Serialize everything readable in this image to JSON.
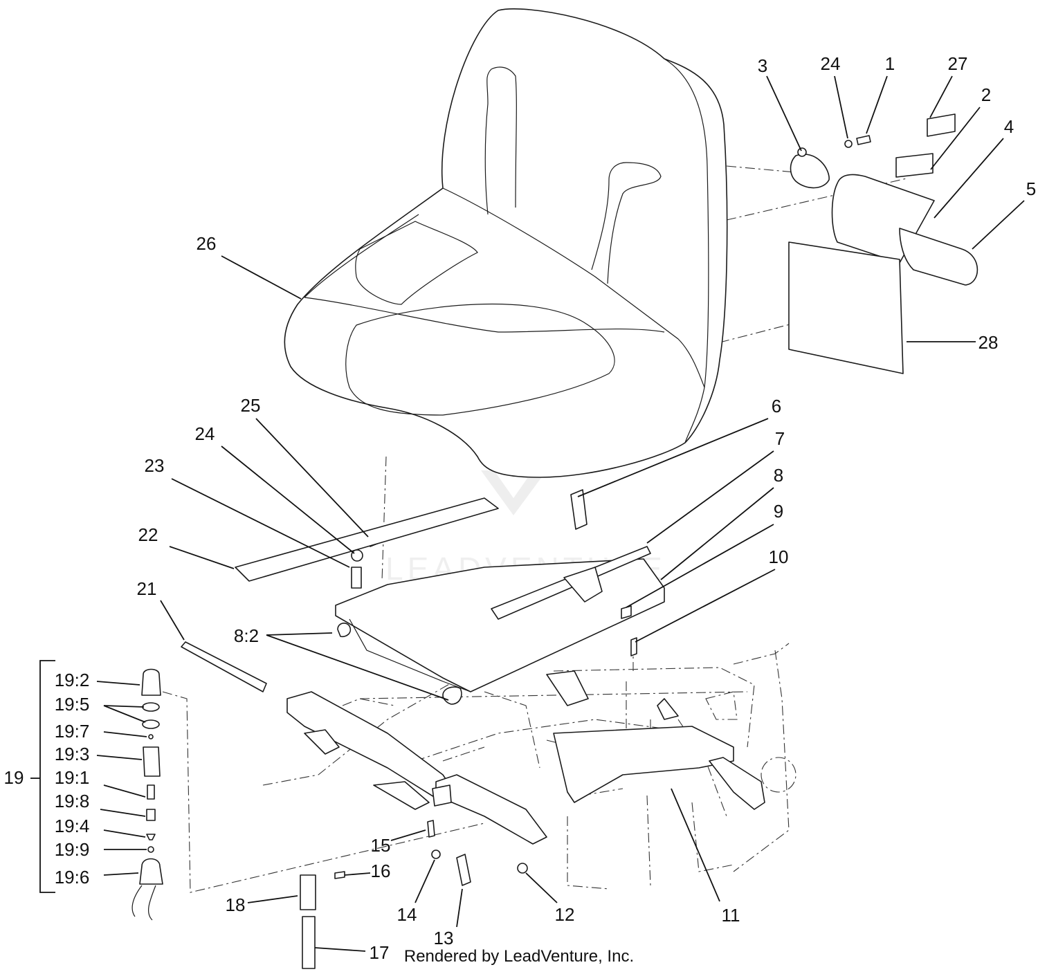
{
  "diagram": {
    "callouts": [
      {
        "id": "c1",
        "label": "1"
      },
      {
        "id": "c2",
        "label": "2"
      },
      {
        "id": "c3",
        "label": "3"
      },
      {
        "id": "c4",
        "label": "4"
      },
      {
        "id": "c5",
        "label": "5"
      },
      {
        "id": "c6",
        "label": "6"
      },
      {
        "id": "c7",
        "label": "7"
      },
      {
        "id": "c8",
        "label": "8"
      },
      {
        "id": "c9",
        "label": "9"
      },
      {
        "id": "c10",
        "label": "10"
      },
      {
        "id": "c11",
        "label": "11"
      },
      {
        "id": "c12",
        "label": "12"
      },
      {
        "id": "c13",
        "label": "13"
      },
      {
        "id": "c14",
        "label": "14"
      },
      {
        "id": "c15",
        "label": "15"
      },
      {
        "id": "c16",
        "label": "16"
      },
      {
        "id": "c17",
        "label": "17"
      },
      {
        "id": "c18",
        "label": "18"
      },
      {
        "id": "c19",
        "label": "19"
      },
      {
        "id": "c21",
        "label": "21"
      },
      {
        "id": "c22",
        "label": "22"
      },
      {
        "id": "c23",
        "label": "23"
      },
      {
        "id": "c24a",
        "label": "24"
      },
      {
        "id": "c24b",
        "label": "24"
      },
      {
        "id": "c25",
        "label": "25"
      },
      {
        "id": "c26",
        "label": "26"
      },
      {
        "id": "c27",
        "label": "27"
      },
      {
        "id": "c28",
        "label": "28"
      },
      {
        "id": "c8_2",
        "label": "8:2"
      },
      {
        "id": "c19_2",
        "label": "19:2"
      },
      {
        "id": "c19_5",
        "label": "19:5"
      },
      {
        "id": "c19_7",
        "label": "19:7"
      },
      {
        "id": "c19_3",
        "label": "19:3"
      },
      {
        "id": "c19_1",
        "label": "19:1"
      },
      {
        "id": "c19_8",
        "label": "19:8"
      },
      {
        "id": "c19_4",
        "label": "19:4"
      },
      {
        "id": "c19_9",
        "label": "19:9"
      },
      {
        "id": "c19_6",
        "label": "19:6"
      }
    ],
    "footer": "Rendered by LeadVenture, Inc.",
    "watermark": "LEADVENTURE",
    "colors": {
      "ink": "#1a1a1a",
      "watermark": "#d9d9d9"
    }
  }
}
